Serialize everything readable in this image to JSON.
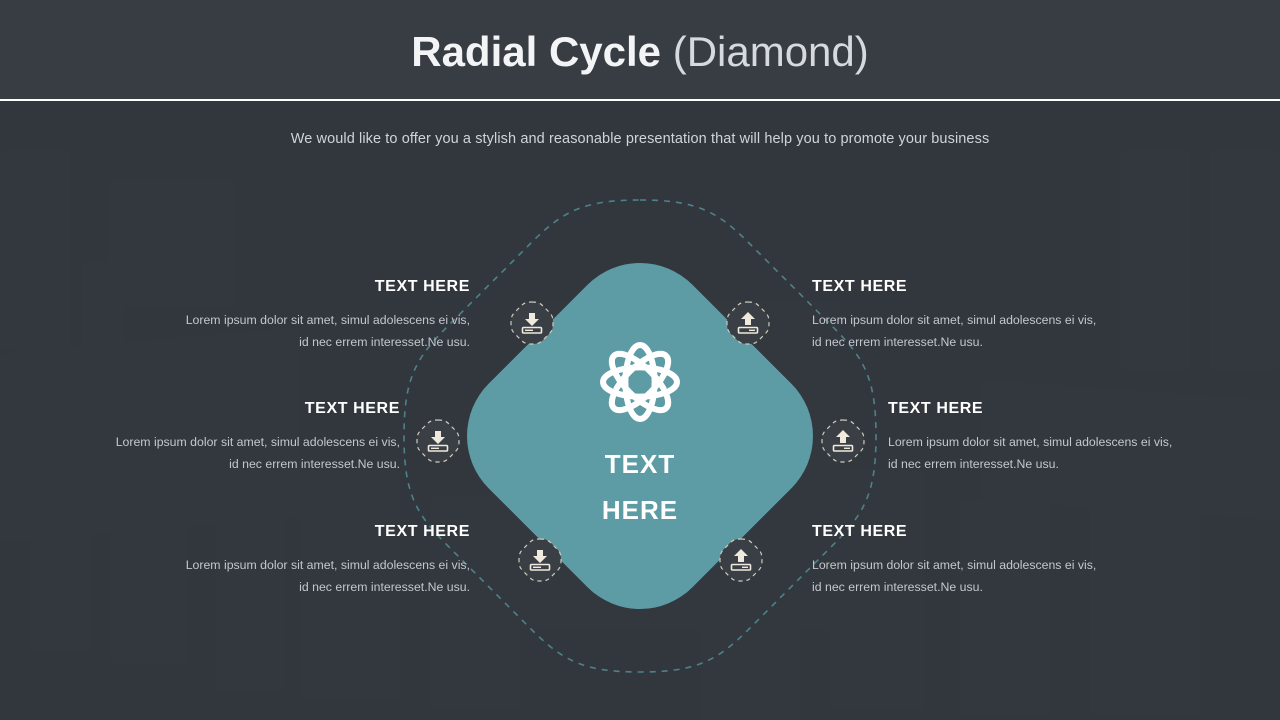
{
  "header": {
    "title_bold": "Radial Cycle",
    "title_light": "(Diamond)",
    "subtitle": "We would like to offer you a stylish and reasonable presentation that will help you to promote your business"
  },
  "center": {
    "icon": "atom-icon",
    "label_line1": "TEXT",
    "label_line2": "HERE",
    "fill_color": "#5d9ba5"
  },
  "colors": {
    "background": "#32373d",
    "header_background": "#383d43",
    "rule": "#ffffff",
    "accent_teal": "#5d9ba5",
    "dashed_guide": "#4e7f87",
    "badge_fill": "#3a3f45",
    "badge_stroke": "#d8d2c4",
    "heading_text": "#ffffff",
    "body_text": "#c3c8cd"
  },
  "nodes": [
    {
      "id": "node-1",
      "icon": "download-icon",
      "position": "top-left"
    },
    {
      "id": "node-2",
      "icon": "upload-icon",
      "position": "top-right"
    },
    {
      "id": "node-3",
      "icon": "download-icon",
      "position": "middle-left"
    },
    {
      "id": "node-4",
      "icon": "upload-icon",
      "position": "middle-right"
    },
    {
      "id": "node-5",
      "icon": "download-icon",
      "position": "bottom-left"
    },
    {
      "id": "node-6",
      "icon": "upload-icon",
      "position": "bottom-right"
    }
  ],
  "blocks": [
    {
      "heading": "TEXT HERE",
      "line1": "Lorem ipsum dolor sit amet, simul adolescens ei vis,",
      "line2": "id nec errem interesset.Ne usu.",
      "align": "right"
    },
    {
      "heading": "TEXT HERE",
      "line1": "Lorem ipsum dolor sit amet, simul adolescens ei vis,",
      "line2": "id nec errem interesset.Ne usu.",
      "align": "left"
    },
    {
      "heading": "TEXT HERE",
      "line1": "Lorem ipsum dolor sit amet, simul adolescens ei vis,",
      "line2": "id nec errem interesset.Ne usu.",
      "align": "right"
    },
    {
      "heading": "TEXT HERE",
      "line1": "Lorem ipsum dolor sit amet, simul adolescens ei vis,",
      "line2": "id nec errem interesset.Ne usu.",
      "align": "left"
    },
    {
      "heading": "TEXT HERE",
      "line1": "Lorem ipsum dolor sit amet, simul adolescens ei vis,",
      "line2": "id nec errem interesset.Ne usu.",
      "align": "right"
    },
    {
      "heading": "TEXT HERE",
      "line1": "Lorem ipsum dolor sit amet, simul adolescens ei vis,",
      "line2": "id nec errem interesset.Ne usu.",
      "align": "left"
    }
  ]
}
